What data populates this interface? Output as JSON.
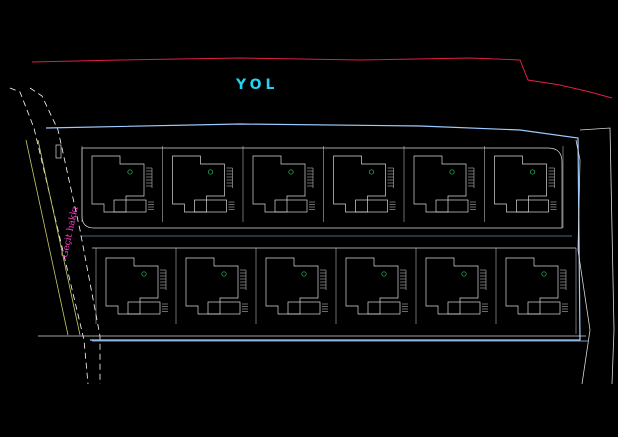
{
  "plan": {
    "road_label": "YOL",
    "side_label": "Geçit hakkı",
    "colors": {
      "background": "#000000",
      "road_edge": "#e11d48",
      "road_label": "#22d3ee",
      "side_label": "#ff44cc",
      "boundary": "#9ecbff",
      "linework": "#d9d9d9",
      "marker": "#22c55e",
      "path": "#ffffff"
    },
    "rows": [
      {
        "name": "upper-row",
        "lot_count": 6
      },
      {
        "name": "lower-row",
        "lot_count": 6
      }
    ]
  }
}
